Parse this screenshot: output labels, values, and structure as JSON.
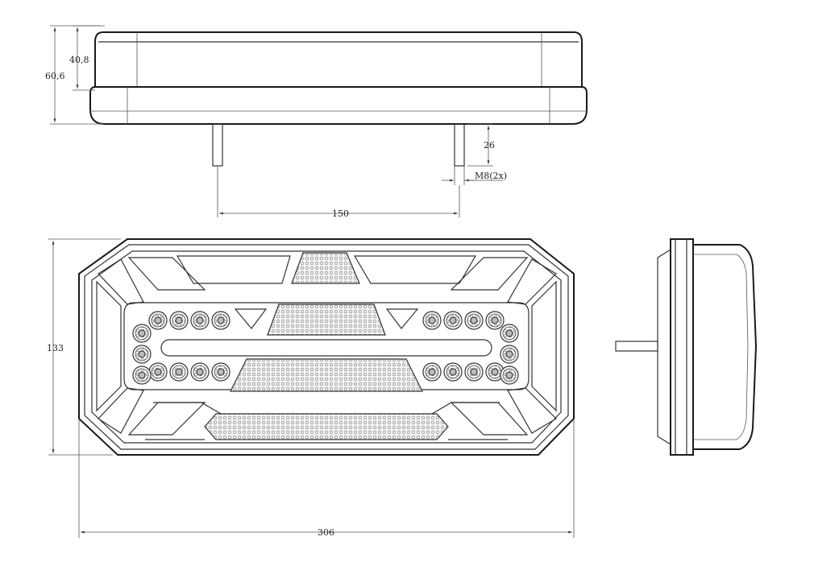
{
  "dimensions": {
    "height_total": "60,6",
    "height_body": "40,8",
    "stud_length": "26",
    "thread": "M8(2x)",
    "stud_spacing": "150",
    "front_height": "133",
    "front_width": "306"
  },
  "led_counts": {
    "per_cluster_row": 4,
    "side_column": 3
  }
}
